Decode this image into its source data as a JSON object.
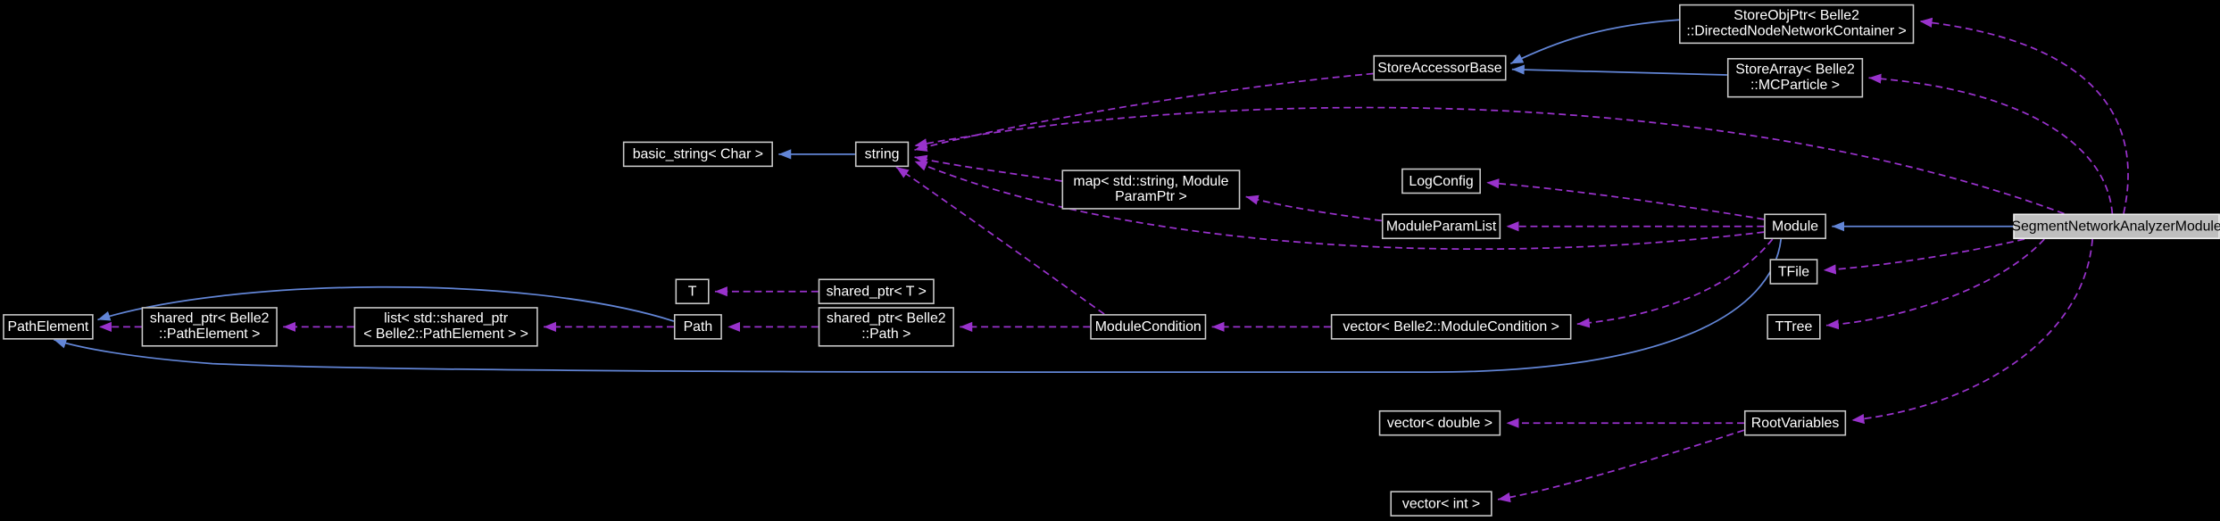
{
  "diagram": {
    "type": "collaboration-graph",
    "highlighted_node": "SegmentNetworkAnalyzerModule",
    "colors": {
      "background": "#000000",
      "node_fill": "#000000",
      "node_border": "#c9c9c9",
      "node_text": "#ffffff",
      "highlight_fill": "#bfbfbf",
      "highlight_text": "#000000",
      "inheritance_edge": "#6285d6",
      "usage_edge": "#9932cc"
    },
    "nodes": {
      "path_element": {
        "label": "PathElement"
      },
      "shared_ptr_path_element": {
        "label": "shared_ptr< Belle2\n::PathElement >"
      },
      "list_shared_ptr_path_element": {
        "label": "list< std::shared_ptr\n< Belle2::PathElement > >"
      },
      "path": {
        "label": "Path"
      },
      "t": {
        "label": "T"
      },
      "shared_ptr_t": {
        "label": "shared_ptr< T >"
      },
      "shared_ptr_path": {
        "label": "shared_ptr< Belle2\n::Path >"
      },
      "basic_string": {
        "label": "basic_string< Char >"
      },
      "string": {
        "label": "string"
      },
      "map_module_param": {
        "label": "map< std::string, Module\nParamPtr >"
      },
      "log_config": {
        "label": "LogConfig"
      },
      "module_param_list": {
        "label": "ModuleParamList"
      },
      "module": {
        "label": "Module"
      },
      "segment_network_analyzer_module": {
        "label": "SegmentNetworkAnalyzerModule",
        "highlighted": true
      },
      "tfile": {
        "label": "TFile"
      },
      "ttree": {
        "label": "TTree"
      },
      "store_accessor_base": {
        "label": "StoreAccessorBase"
      },
      "store_obj_ptr": {
        "label": "StoreObjPtr< Belle2\n::DirectedNodeNetworkContainer >"
      },
      "store_array": {
        "label": "StoreArray< Belle2\n::MCParticle >"
      },
      "module_condition": {
        "label": "ModuleCondition"
      },
      "vector_module_condition": {
        "label": "vector< Belle2::ModuleCondition >"
      },
      "vector_double": {
        "label": "vector< double >"
      },
      "root_variables": {
        "label": "RootVariables"
      },
      "vector_int": {
        "label": "vector< int >"
      }
    },
    "edges": [
      {
        "from": "store_obj_ptr",
        "to": "store_accessor_base",
        "type": "public-inheritance"
      },
      {
        "from": "store_array",
        "to": "store_accessor_base",
        "type": "public-inheritance"
      },
      {
        "from": "string",
        "to": "basic_string",
        "type": "public-inheritance"
      },
      {
        "from": "segment_network_analyzer_module",
        "to": "module",
        "type": "public-inheritance"
      },
      {
        "from": "path",
        "to": "path_element",
        "type": "public-inheritance"
      },
      {
        "from": "module",
        "to": "path_element",
        "type": "public-inheritance"
      },
      {
        "from": "segment_network_analyzer_module",
        "to": "store_obj_ptr",
        "type": "usage"
      },
      {
        "from": "segment_network_analyzer_module",
        "to": "store_array",
        "type": "usage"
      },
      {
        "from": "segment_network_analyzer_module",
        "to": "string",
        "type": "usage"
      },
      {
        "from": "store_accessor_base",
        "to": "string",
        "type": "usage"
      },
      {
        "from": "map_module_param",
        "to": "string",
        "type": "usage"
      },
      {
        "from": "module",
        "to": "string",
        "type": "usage"
      },
      {
        "from": "module_condition",
        "to": "string",
        "type": "usage"
      },
      {
        "from": "module_param_list",
        "to": "map_module_param",
        "type": "usage"
      },
      {
        "from": "module",
        "to": "module_param_list",
        "type": "usage"
      },
      {
        "from": "module",
        "to": "log_config",
        "type": "usage"
      },
      {
        "from": "module",
        "to": "vector_module_condition",
        "type": "usage"
      },
      {
        "from": "vector_module_condition",
        "to": "module_condition",
        "type": "usage"
      },
      {
        "from": "module_condition",
        "to": "shared_ptr_path",
        "type": "usage"
      },
      {
        "from": "shared_ptr_path",
        "to": "path",
        "type": "usage"
      },
      {
        "from": "shared_ptr_t",
        "to": "t",
        "type": "usage"
      },
      {
        "from": "path",
        "to": "list_shared_ptr_path_element",
        "type": "usage"
      },
      {
        "from": "list_shared_ptr_path_element",
        "to": "shared_ptr_path_element",
        "type": "usage"
      },
      {
        "from": "shared_ptr_path_element",
        "to": "path_element",
        "type": "usage"
      },
      {
        "from": "segment_network_analyzer_module",
        "to": "tfile",
        "type": "usage"
      },
      {
        "from": "segment_network_analyzer_module",
        "to": "ttree",
        "type": "usage"
      },
      {
        "from": "segment_network_analyzer_module",
        "to": "root_variables",
        "type": "usage"
      },
      {
        "from": "root_variables",
        "to": "vector_double",
        "type": "usage"
      },
      {
        "from": "root_variables",
        "to": "vector_int",
        "type": "usage"
      }
    ]
  }
}
